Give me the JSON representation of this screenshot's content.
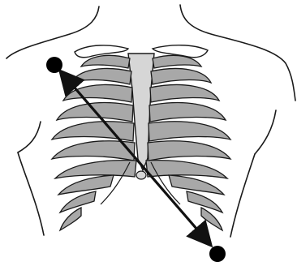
{
  "figure": {
    "subject": "thorax-rib-cage",
    "markers": [
      {
        "name": "upper-right-electrode",
        "color": "#000000"
      },
      {
        "name": "lower-left-electrode",
        "color": "#000000"
      }
    ],
    "arrow": {
      "name": "lead-axis-arrow",
      "bidirectional": true,
      "color": "#111111"
    },
    "palette": {
      "outline": "#1a1a1a",
      "rib_fill": "#a8a8a8",
      "rib_light": "#d6d6d6",
      "background": "#ffffff"
    }
  }
}
